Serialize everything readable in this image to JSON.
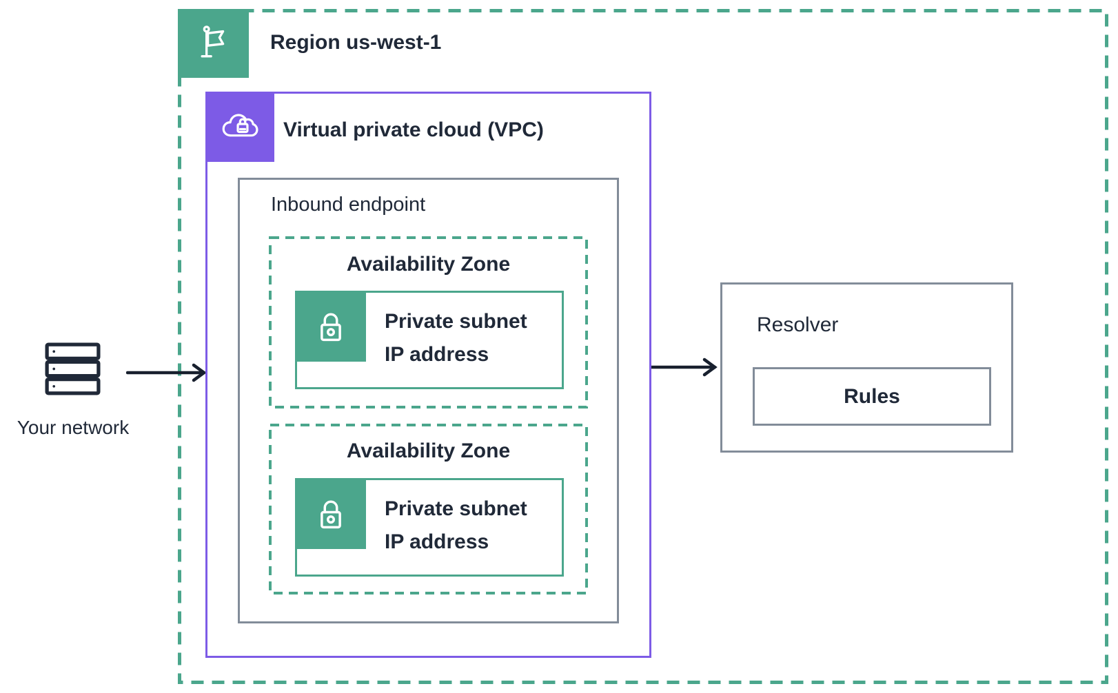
{
  "region": {
    "label": "Region us-west-1",
    "icon": "flag-icon",
    "color": "#4BA68C"
  },
  "vpc": {
    "label": "Virtual private cloud (VPC)",
    "icon": "cloud-lock-icon",
    "color": "#7D5BE6"
  },
  "inbound_endpoint": {
    "label": "Inbound endpoint"
  },
  "availability_zones": [
    {
      "label": "Availability Zone",
      "subnet": {
        "label_line1": "Private subnet",
        "label_line2": "IP address",
        "icon": "lock-icon",
        "color": "#4BA68C"
      }
    },
    {
      "label": "Availability Zone",
      "subnet": {
        "label_line1": "Private subnet",
        "label_line2": "IP address",
        "icon": "lock-icon",
        "color": "#4BA68C"
      }
    }
  ],
  "external": {
    "label": "Your network",
    "icon": "server-stack-icon"
  },
  "resolver": {
    "label": "Resolver",
    "rules": {
      "label": "Rules"
    }
  },
  "colors": {
    "teal": "#4BA68C",
    "purple": "#7D5BE6",
    "border_gray": "#828C99",
    "text": "#202938",
    "arrow": "#18202E",
    "background": "#FFFFFF"
  }
}
